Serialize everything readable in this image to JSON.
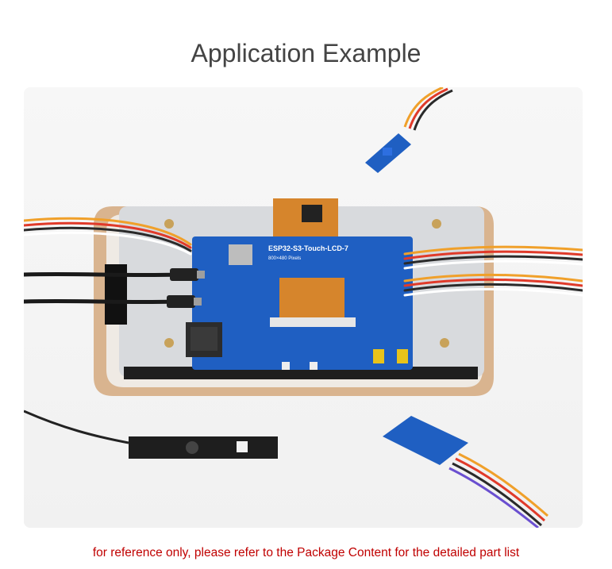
{
  "heading": "Application Example",
  "photo": {
    "board_label": "ESP32-S3-Touch-LCD-7",
    "board_sublabel": "800×480 Pixels"
  },
  "footnote": "for reference only, please refer to the Package Content for the detailed part list",
  "colors": {
    "footnote": "#c00000",
    "heading": "#444444",
    "pcb": "#1f5fc2",
    "frame": "#d9b48f"
  }
}
